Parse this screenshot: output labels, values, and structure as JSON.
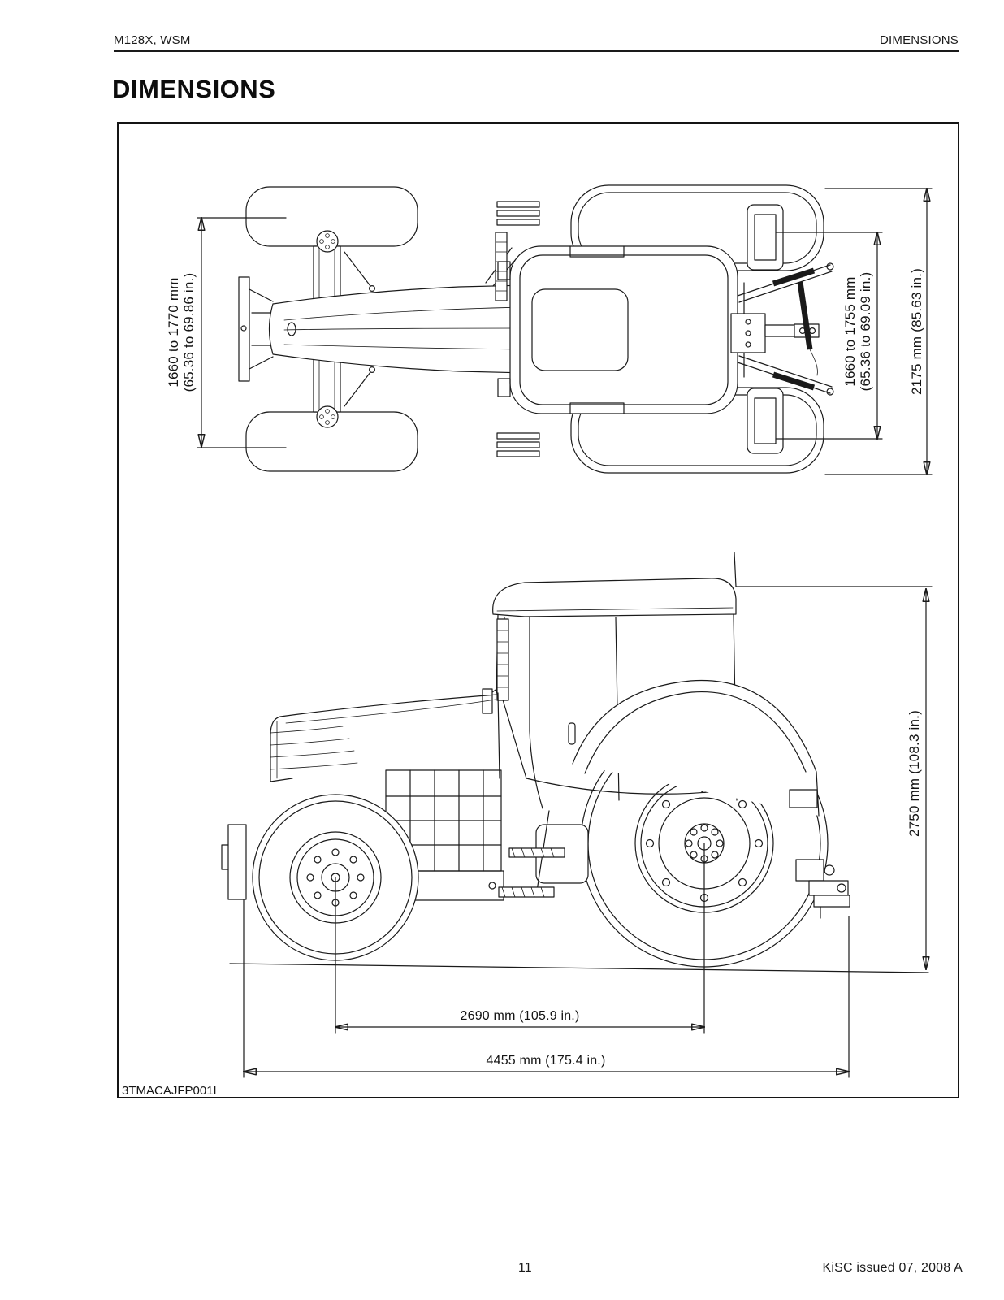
{
  "page": {
    "header_left": "M128X, WSM",
    "header_right": "DIMENSIONS",
    "title": "DIMENSIONS",
    "footer_page_number": "11",
    "footer_issue": "KiSC issued 07, 2008 A"
  },
  "figure": {
    "code": "3TMACAJFP001I",
    "dimensions": {
      "front_tread_mm": "1660 to 1770 mm",
      "front_tread_in": "(65.36 to 69.86 in.)",
      "rear_tread_mm": "1660 to 1755 mm",
      "rear_tread_in": "(65.36 to 69.09 in.)",
      "overall_width": "2175 mm (85.63 in.)",
      "overall_height": "2750 mm (108.3 in.)",
      "wheelbase": "2690 mm (105.9 in.)",
      "overall_length": "4455 mm (175.4 in.)"
    }
  }
}
